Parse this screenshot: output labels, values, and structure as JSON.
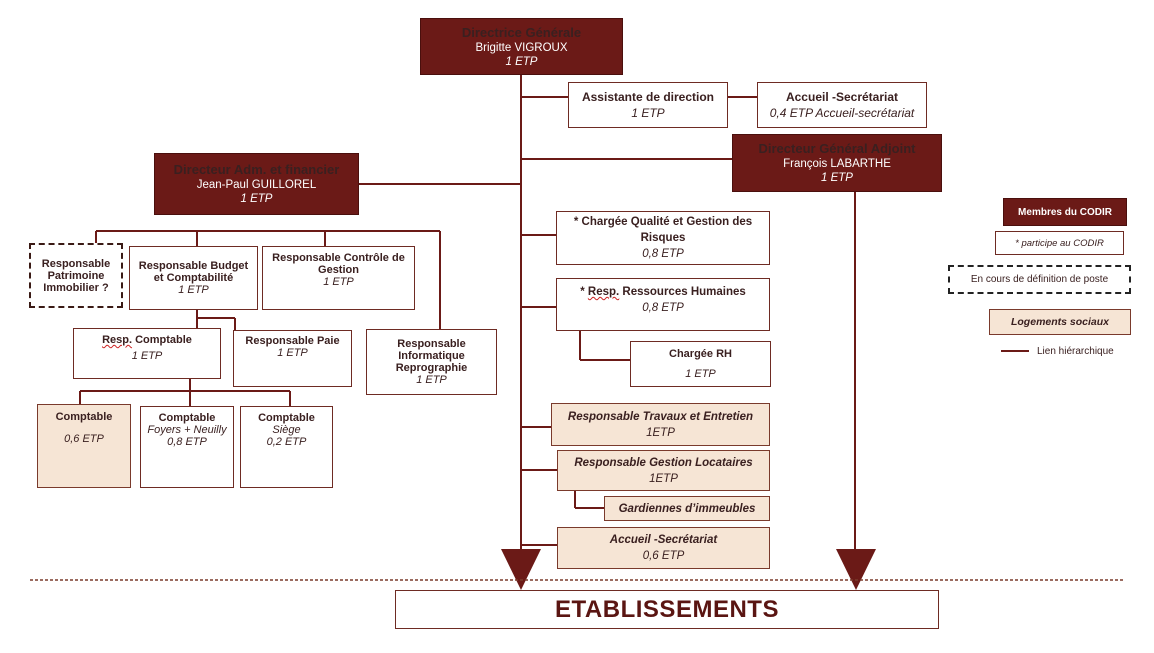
{
  "boxes": {
    "dg": {
      "title": "Directrice Générale",
      "name": "Brigitte VIGROUX",
      "etp": "1 ETP"
    },
    "assistante": {
      "title": "Assistante de direction",
      "etp": "1 ETP"
    },
    "accueil_top": {
      "title": "Accueil -Secrétariat",
      "etp": "0,4 ETP Accueil-secrétariat"
    },
    "dga": {
      "title": "Directeur Général Adjoint",
      "name": "François LABARTHE",
      "etp": "1 ETP"
    },
    "daf": {
      "title": "Directeur  Adm. et financier",
      "name": "Jean-Paul GUILLOREL",
      "etp": "1 ETP"
    },
    "patrimoine": {
      "title": "Responsable Patrimoine Immobilier ?"
    },
    "budget": {
      "title": "Responsable Budget et Comptabilité",
      "etp": "1 ETP"
    },
    "controle": {
      "title": "Responsable Contrôle de Gestion",
      "etp": "1 ETP"
    },
    "resp_comptable": {
      "title_a": "Resp.",
      "title_b": " Comptable",
      "etp": "1 ETP"
    },
    "paie": {
      "title": "Responsable Paie",
      "etp": "1 ETP"
    },
    "informatique": {
      "title": "Responsable Informatique Reprographie",
      "etp": "1 ETP"
    },
    "comptable1": {
      "title": "Comptable",
      "etp": "0,6 ETP"
    },
    "comptable2": {
      "title": "Comptable",
      "sub": "Foyers + Neuilly",
      "etp": "0,8 ETP"
    },
    "comptable3": {
      "title": "Comptable",
      "sub": "Siège",
      "etp": "0,2 ETP"
    },
    "qualite": {
      "title": "* Chargée Qualité et Gestion des Risques",
      "etp": "0,8 ETP"
    },
    "rh": {
      "title_a": "* ",
      "title_b": "Resp.",
      "title_c": " Ressources Humaines",
      "etp": "0,8 ETP"
    },
    "charge_rh": {
      "title": "Chargée RH",
      "etp": "1 ETP"
    },
    "travaux": {
      "title": "Responsable Travaux et Entretien",
      "etp": "1ETP"
    },
    "locataires": {
      "title": "Responsable Gestion Locataires",
      "etp": "1ETP"
    },
    "gardiennes": {
      "title": "Gardiennes d’immeubles"
    },
    "accueil_bottom": {
      "title": "Accueil -Secrétariat",
      "etp": "0,6 ETP"
    }
  },
  "etablissements": "ETABLISSEMENTS",
  "legend": {
    "codir": "Membres du CODIR",
    "participe": "* participe  au CODIR",
    "definition": "En cours  de définition  de poste",
    "logements": "Logements sociaux",
    "lien": "Lien hiérarchique"
  },
  "colors": {
    "dark": "#6b1a17",
    "tan": "#f6e5d5",
    "line": "#6b1a17"
  }
}
